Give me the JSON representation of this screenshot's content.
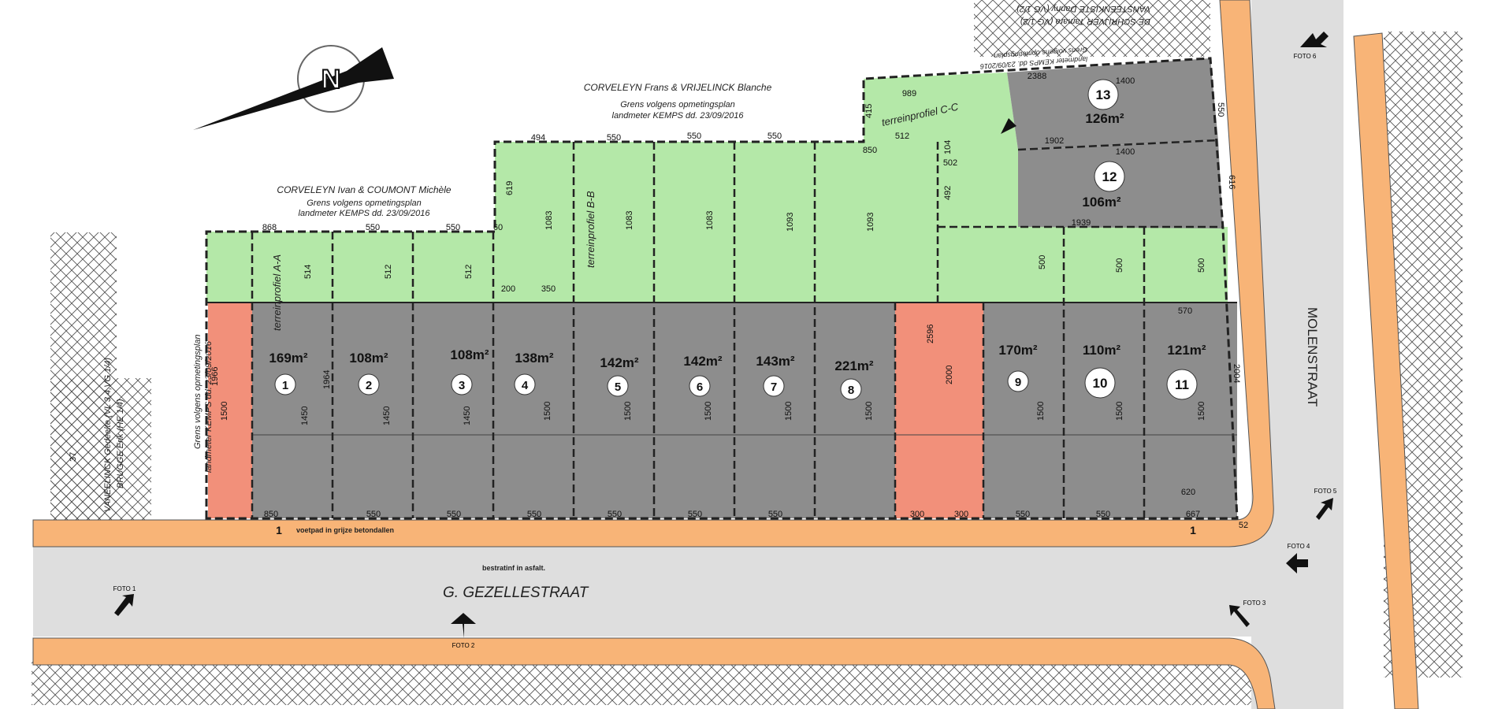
{
  "colors": {
    "lot_grey": "#8d8d8d",
    "garden_green": "#b4e8a8",
    "sidewalk_orange": "#f8b477",
    "road_grey": "#dedede",
    "access_orange": "#f2907a",
    "hatch": "#555555"
  },
  "neighbours": {
    "corveleyn_frans": {
      "name": "CORVELEYN Frans & VRIJELINCK Blanche",
      "line1": "Grens volgens opmetingsplan",
      "line2": "landmeter KEMPS dd. 23/09/2016"
    },
    "corveleyn_ivan": {
      "name": "CORVELEYN Ivan & COUMONT Michèle",
      "line1": "Grens volgens opmetingsplan",
      "line2": "landmeter KEMPS dd. 23/09/2016"
    },
    "left_vertical_1": "Grens volgens opmetingsplan",
    "left_vertical_2": "landmeter KEMPS dd. 23/09/2016",
    "far_left_1": "VANEELINCK Gedeelte (VL 3,4,VG 1/4)",
    "far_left_2": "BRUGGE Erik (HE 1/4)",
    "top_right_1": "VANSTEENKISTE Danny (VG 1/2)",
    "top_right_2": "DE SCHRIJVER Tamara (VG 1/2)",
    "top_right_3": "Grens volgens opmetingsplan",
    "top_right_4": "landmeter KEMPS dd. 23/09/2016"
  },
  "streets": {
    "gezellestraat": "G. GEZELLESTRAAT",
    "molenstraat": "MOLENSTRAAT",
    "voetpad": "voetpad in grijze betondallen",
    "bestrating": "bestratinf in asfalt."
  },
  "profiles": {
    "a": "terreinprofiel A-A",
    "b": "terreinprofiel B-B",
    "c": "terreinprofiel C-C"
  },
  "photos": [
    "FOTO 1",
    "FOTO 2",
    "FOTO 3",
    "FOTO 4",
    "FOTO 5",
    "FOTO 6"
  ],
  "lots": [
    {
      "number": "1",
      "area": "169m²"
    },
    {
      "number": "2",
      "area": "108m²"
    },
    {
      "number": "3",
      "area": "108m²"
    },
    {
      "number": "4",
      "area": "138m²"
    },
    {
      "number": "5",
      "area": "142m²"
    },
    {
      "number": "6",
      "area": "142m²"
    },
    {
      "number": "7",
      "area": "143m²"
    },
    {
      "number": "8",
      "area": "221m²"
    },
    {
      "number": "9",
      "area": "170m²"
    },
    {
      "number": "10",
      "area": "110m²"
    },
    {
      "number": "11",
      "area": "121m²"
    },
    {
      "number": "12",
      "area": "106m²"
    },
    {
      "number": "13",
      "area": "126m²"
    }
  ],
  "dims": {
    "top_868": "868",
    "top_550a": "550",
    "top_550b": "550",
    "top_60": "60",
    "top_494": "494",
    "top_550c": "550",
    "top_550d": "550",
    "top_550e": "550",
    "top_850": "850",
    "top_512": "512",
    "top_989": "989",
    "top_2388": "2388",
    "top_1400a": "1400",
    "top_1902": "1902",
    "top_1400b": "1400",
    "top_502": "502",
    "top_1939": "1939",
    "top_550r": "550",
    "right_616": "616",
    "d_415": "415",
    "d_104": "104",
    "d_492": "492",
    "d_619": "619",
    "g_514": "514",
    "g_512a": "512",
    "g_512b": "512",
    "g_1083a": "1083",
    "g_1083b": "1083",
    "g_1083c": "1083",
    "g_1093a": "1093",
    "g_1093b": "1093",
    "g_500a": "500",
    "g_500b": "500",
    "g_500c": "500",
    "d_200": "200",
    "d_350": "350",
    "d_2596": "2596",
    "d_2000": "2000",
    "d_1964": "1964",
    "d_1966": "1966",
    "d_2004": "2004",
    "l_1500a": "1500",
    "l_1450a": "1450",
    "l_1450b": "1450",
    "l_1450c": "1450",
    "l_1500b": "1500",
    "l_1500c": "1500",
    "l_1500d": "1500",
    "l_1500e": "1500",
    "l_1500f": "1500",
    "l_1500g": "1500",
    "l_1500h": "1500",
    "l_1500i": "1500",
    "d_570": "570",
    "d_620": "620",
    "b_850": "850",
    "b_550a": "550",
    "b_550b": "550",
    "b_550c": "550",
    "b_550d": "550",
    "b_550e": "550",
    "b_550f": "550",
    "b_300a": "300",
    "b_300b": "300",
    "b_550g": "550",
    "b_550h": "550",
    "b_667": "667",
    "b_52": "52",
    "mark_1a": "1",
    "mark_1b": "1",
    "d_37": "37"
  }
}
